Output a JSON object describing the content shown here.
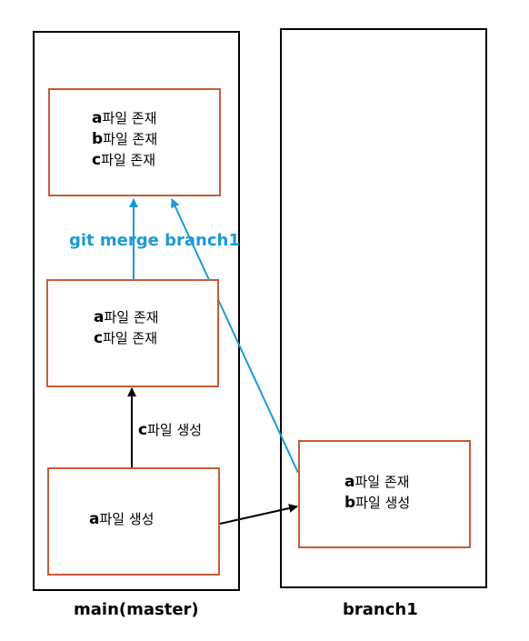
{
  "colors": {
    "column_border": "#000000",
    "box_border": "#c75b36",
    "merge_accent": "#1a9ad6",
    "commit_arrow": "#000000"
  },
  "columns": {
    "main": {
      "label": "main(master)"
    },
    "branch": {
      "label": "branch1"
    }
  },
  "commits": {
    "main_top": {
      "lines": [
        {
          "letter": "a",
          "text": "파일 존재"
        },
        {
          "letter": "b",
          "text": "파일 존재"
        },
        {
          "letter": "c",
          "text": "파일 존재"
        }
      ]
    },
    "main_mid": {
      "lines": [
        {
          "letter": "a",
          "text": "파일 존재"
        },
        {
          "letter": "c",
          "text": "파일 존재"
        }
      ]
    },
    "main_bottom": {
      "lines": [
        {
          "letter": "a",
          "text": "파일 생성"
        }
      ]
    },
    "branch_commit": {
      "lines": [
        {
          "letter": "a",
          "text": "파일 존재"
        },
        {
          "letter": "b",
          "text": "파일 생성"
        }
      ]
    }
  },
  "edges": {
    "create_c": {
      "letter": "c",
      "text": "파일 생성"
    },
    "merge": {
      "label": "git merge branch1"
    }
  }
}
